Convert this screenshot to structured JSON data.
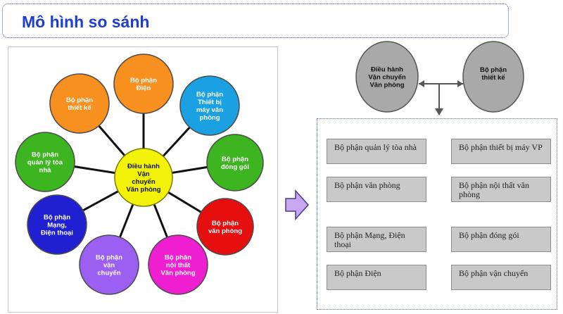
{
  "title": "Mô hình so sánh",
  "wheel": {
    "center": [
      "Điều hành",
      "Vận",
      "chuyển",
      "Văn phòng"
    ],
    "spokes": [
      {
        "lines": [
          "Bộ phận",
          "Điện"
        ],
        "fill": "#f7901e",
        "text": "#ffffff"
      },
      {
        "lines": [
          "Bộ phận",
          "Thiết bị",
          "máy văn",
          "phòng"
        ],
        "fill": "#1ba1e2",
        "text": "#ffffff"
      },
      {
        "lines": [
          "Bộ phận",
          "đóng gói"
        ],
        "fill": "#3cb521",
        "text": "#ffffff"
      },
      {
        "lines": [
          "Bộ phận",
          "văn phòng"
        ],
        "fill": "#e60f0f",
        "text": "#ffffff"
      },
      {
        "lines": [
          "Bộ phận",
          "nội thất",
          "Văn phòng"
        ],
        "fill": "#ee1fd0",
        "text": "#ffffff"
      },
      {
        "lines": [
          "Bộ phận",
          "vận",
          "chuyển"
        ],
        "fill": "#9b5ff1",
        "text": "#ffffff"
      },
      {
        "lines": [
          "Bộ phận",
          "Mạng,",
          "Điện thoại"
        ],
        "fill": "#2020d0",
        "text": "#ffffff"
      },
      {
        "lines": [
          "Bộ phận",
          "quản lý tòa",
          "nhà"
        ],
        "fill": "#3cb521",
        "text": "#ffffff"
      },
      {
        "lines": [
          "Bộ phận",
          "thiết kế"
        ],
        "fill": "#f7901e",
        "text": "#ffffff"
      }
    ],
    "center_fill": "#f2f20a",
    "line_color": "#111111"
  },
  "compare": {
    "left_node": [
      "Điều hành",
      "Vận chuyển",
      "Văn phòng"
    ],
    "right_node": [
      "Bộ phận",
      "thiết kế"
    ],
    "node_fill": "#a9a9a9"
  },
  "departments": [
    "Bộ phận quản lý tòa nhà",
    "Bộ phận thiết bị máy VP",
    "Bộ phận văn phòng",
    "Bộ phận nội thất văn phòng",
    "Bộ phận Mạng, Điện thoại",
    "Bộ phận đóng gói",
    "Bộ phận Điện",
    "Bộ phận vận chuyển"
  ]
}
